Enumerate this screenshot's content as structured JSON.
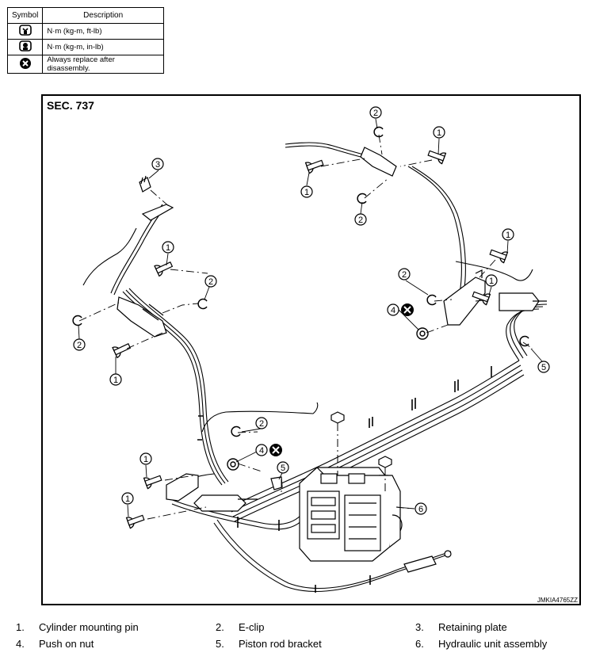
{
  "legend": {
    "header_symbol": "Symbol",
    "header_description": "Description",
    "rows": [
      {
        "icon": "torque-wrench-icon",
        "description": "N·m (kg-m, ft-lb)"
      },
      {
        "icon": "torque-wrench-small-icon",
        "description": "N·m (kg-m, in-lb)"
      },
      {
        "icon": "always-replace-icon",
        "description": "Always replace after disassembly."
      }
    ]
  },
  "diagram": {
    "section": "SEC. 737",
    "code": "JMKIA4765ZZ",
    "callouts": [
      "1",
      "2",
      "3",
      "4",
      "5",
      "6"
    ]
  },
  "parts": [
    {
      "num": "1.",
      "name": "Cylinder mounting pin"
    },
    {
      "num": "2.",
      "name": "E-clip"
    },
    {
      "num": "3.",
      "name": "Retaining plate"
    },
    {
      "num": "4.",
      "name": "Push on nut"
    },
    {
      "num": "5.",
      "name": "Piston rod bracket"
    },
    {
      "num": "6.",
      "name": "Hydraulic unit assembly"
    }
  ]
}
